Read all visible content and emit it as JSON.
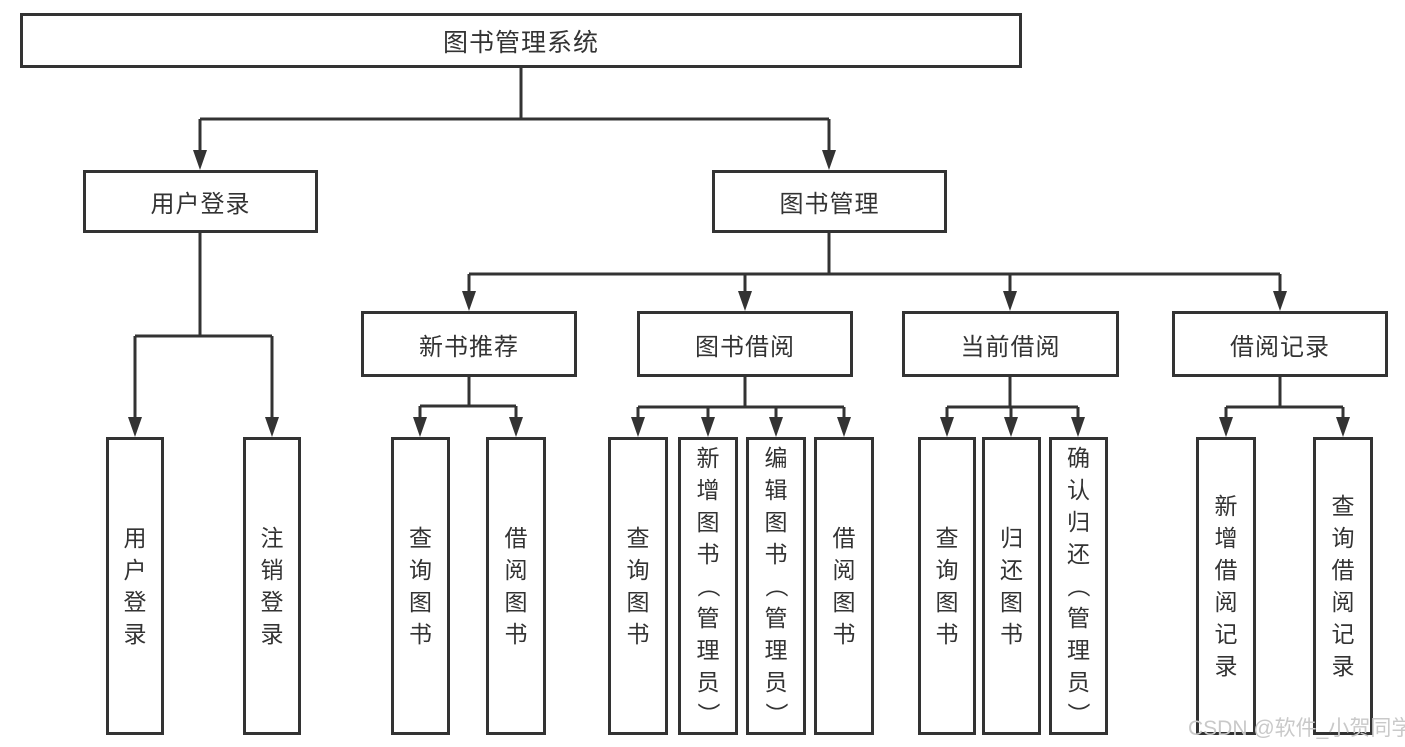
{
  "tree": {
    "root": {
      "label": "图书管理系统"
    },
    "branches": [
      {
        "label": "用户登录",
        "children": [
          {
            "label": "用户登录"
          },
          {
            "label": "注销登录"
          }
        ]
      },
      {
        "label": "图书管理",
        "children": [
          {
            "label": "新书推荐",
            "children": [
              {
                "label": "查询图书"
              },
              {
                "label": "借阅图书"
              }
            ]
          },
          {
            "label": "图书借阅",
            "children": [
              {
                "label": "查询图书"
              },
              {
                "label": "新增图书（管理员）"
              },
              {
                "label": "编辑图书（管理员）"
              },
              {
                "label": "借阅图书"
              }
            ]
          },
          {
            "label": "当前借阅",
            "children": [
              {
                "label": "查询图书"
              },
              {
                "label": "归还图书"
              },
              {
                "label": "确认归还（管理员）"
              }
            ]
          },
          {
            "label": "借阅记录",
            "children": [
              {
                "label": "新增借阅记录"
              },
              {
                "label": "查询借阅记录"
              }
            ]
          }
        ]
      }
    ]
  },
  "watermark": {
    "text": "CSDN @软件_小贺同学"
  },
  "colors": {
    "line": "#333333",
    "text": "#333333",
    "watermark": "#c9c9c9",
    "background": "#ffffff"
  }
}
